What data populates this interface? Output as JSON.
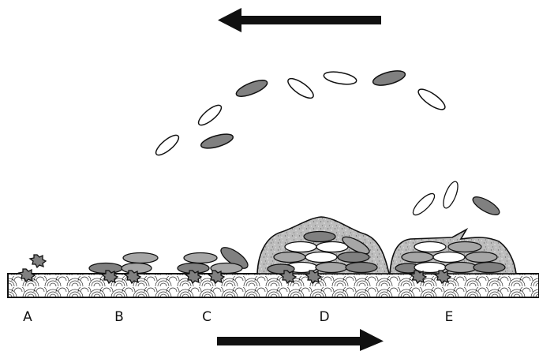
{
  "stages": [
    "A",
    "B",
    "C",
    "D",
    "E"
  ],
  "arrows": [
    {
      "direction": "left",
      "name": "top-arrow"
    },
    {
      "direction": "right",
      "name": "bottom-arrow"
    }
  ],
  "colors": {
    "stroke": "#111111",
    "dark_cell": "#808080",
    "light_cell": "#a6a6a6",
    "white_cell": "#ffffff",
    "matrix": "#bdbdbd"
  }
}
